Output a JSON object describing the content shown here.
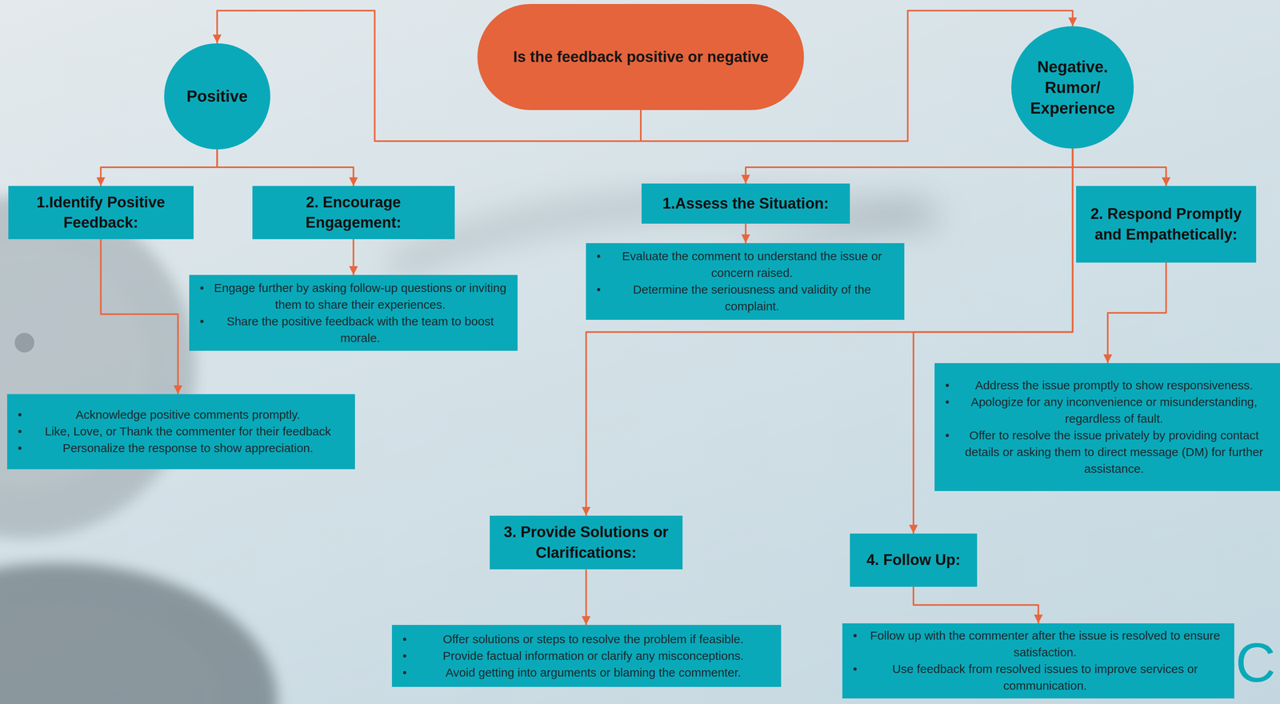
{
  "diagram": {
    "nodes": [
      {
        "text": [
          "Is the feedback positive or negative"
        ]
      },
      {
        "text": [
          "Positive"
        ]
      },
      {
        "text": [
          "Negative. Rumor/ Experience"
        ]
      },
      {
        "text": [
          "1.Identify Positive Feedback:"
        ]
      },
      {
        "text": [
          "2. Encourage Engagement:"
        ]
      },
      {
        "text": [
          "1.Assess the Situation:"
        ]
      },
      {
        "text": [
          "2. Respond Promptly and Empathetically:"
        ]
      },
      {
        "text": [
          "Engage further by asking follow-up questions or inviting them to share their experiences.",
          "Share the positive feedback with the team to boost morale."
        ]
      },
      {
        "text": [
          "Acknowledge positive comments promptly.",
          "Like, Love, or Thank the commenter for their feedback",
          "Personalize the response to show appreciation."
        ]
      },
      {
        "text": [
          "Evaluate the comment to understand the issue or concern raised.",
          "Determine the seriousness and validity of the complaint."
        ]
      },
      {
        "text": [
          "Address the issue promptly to show responsiveness.",
          "Apologize for any inconvenience or misunderstanding, regardless of fault.",
          "Offer to resolve the issue privately by providing contact details or asking them to direct message (DM) for further assistance."
        ]
      },
      {
        "text": [
          "3. Provide Solutions or Clarifications:"
        ]
      },
      {
        "text": [
          "Offer solutions or steps to resolve the problem if feasible.",
          "Provide factual information or clarify any misconceptions.",
          "Avoid getting into arguments or blaming the commenter."
        ]
      },
      {
        "text": [
          "4. Follow Up:"
        ]
      },
      {
        "text": [
          "Follow up with the commenter after the issue is resolved to ensure satisfaction.",
          "Use feedback from resolved issues to improve services or communication."
        ]
      }
    ],
    "edges": [
      {
        "from": 0,
        "to": 1,
        "arrow": "to"
      },
      {
        "from": 0,
        "to": 2,
        "arrow": "to"
      },
      {
        "from": 1,
        "to": 3,
        "arrow": "to"
      },
      {
        "from": 1,
        "to": 4,
        "arrow": "to"
      },
      {
        "from": 2,
        "to": 5,
        "arrow": "to"
      },
      {
        "from": 2,
        "to": 6,
        "arrow": "to"
      },
      {
        "from": 2,
        "to": 11,
        "arrow": "to"
      },
      {
        "from": 2,
        "to": 13,
        "arrow": "to"
      },
      {
        "from": 3,
        "to": 8,
        "arrow": "to"
      },
      {
        "from": 4,
        "to": 7,
        "arrow": "to"
      },
      {
        "from": 5,
        "to": 9,
        "arrow": "to"
      },
      {
        "from": 6,
        "to": 10,
        "arrow": "to"
      },
      {
        "from": 11,
        "to": 12,
        "arrow": "to"
      },
      {
        "from": 13,
        "to": 14,
        "arrow": "to"
      }
    ],
    "labels": [
      "C"
    ]
  }
}
